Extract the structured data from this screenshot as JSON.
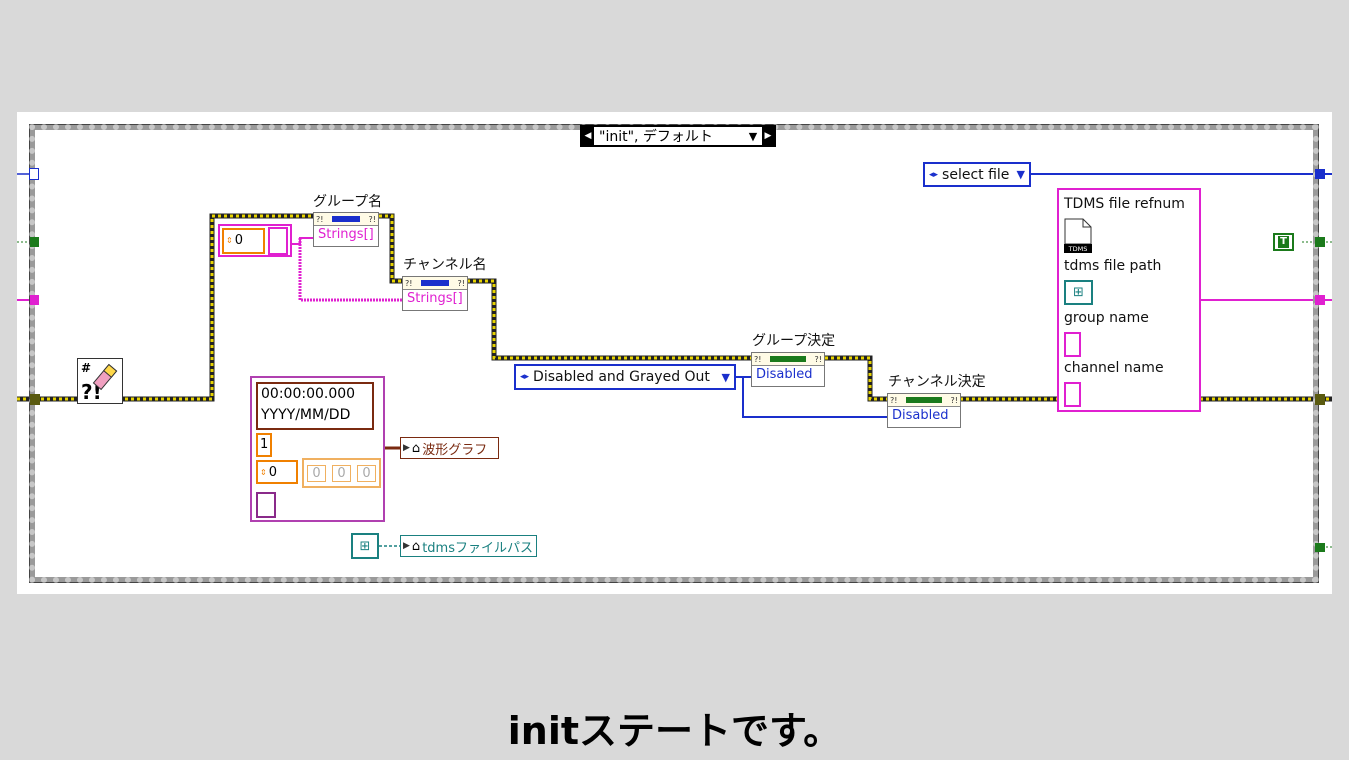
{
  "case_structure": {
    "selector_value": "\"init\", デフォルト"
  },
  "nodes": {
    "group_name_label": "グループ名",
    "group_name_property": "Strings[]",
    "channel_name_label": "チャンネル名",
    "channel_name_property": "Strings[]",
    "group_decide_label": "グループ決定",
    "group_decide_property": "Disabled",
    "channel_decide_label": "チャンネル決定",
    "channel_decide_property": "Disabled",
    "enum_disabled": "Disabled and Grayed Out",
    "enum_select_file": "select file",
    "array_index": "0",
    "waveform_time": "00:00:00.000",
    "waveform_date": "YYYY/MM/DD",
    "waveform_dt": "1",
    "waveform_index": "0",
    "waveform_values": [
      "0",
      "0",
      "0"
    ],
    "waveform_ref": "波形グラフ",
    "tdms_path_ref": "tdmsファイルパス",
    "true_const": "T"
  },
  "cluster": {
    "title": "TDMS file refnum",
    "icon_text": "TDMS",
    "path_label": "tdms file path",
    "group_label": "group name",
    "channel_label": "channel name"
  },
  "caption": "initステートです。",
  "colors": {
    "background": "#d9d9d9",
    "string_wire": "#e020d0",
    "enum_wire": "#1a2fcc",
    "error_wire": "#c8b400",
    "path_wire": "#1a8080",
    "boolean_wire": "#1b7a1b"
  }
}
